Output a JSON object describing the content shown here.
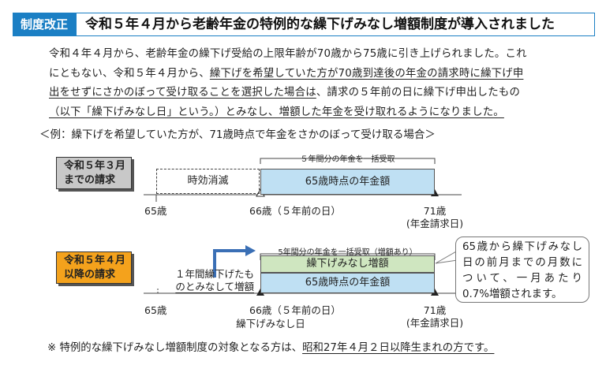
{
  "header": {
    "tag": "制度改正",
    "title": "令和５年４月から老齢年金の特例的な繰下げみなし増額制度が導入されました"
  },
  "body": {
    "line1": "令和４年４月から、老齢年金の繰下げ受給の上限年齢が70歳から75歳に引き上げられました。これ",
    "line2_plain": "にともない、令和５年４月から、",
    "line2_ul": "繰下げを希望していた方が70歳到達後の年金の請求時に繰下げ申",
    "line3_ul": "出をせずにさかのぼって受け取ることを選択した場合は",
    "line3_plain": "、請求の５年前の日に繰下げ申出したもの",
    "line4": "（以下「繰下げみなし日」という。）とみなし、増額した年金を受け取れるようになりました。",
    "example": "＜例：繰下げを希望していた方が、71歳時点で年金をさかのぼって受け取る場合＞"
  },
  "diagram": {
    "before": {
      "label_line1": "令和５年３月",
      "label_line2": "までの請求",
      "expired": "時効消滅",
      "lump_sum": "５年間分の年金を一括受取",
      "pension_65": "65歳時点の年金額",
      "age65": "65歳",
      "age66": "66歳（５年前の日）",
      "age71": "71歳",
      "claim_date": "(年金請求日)"
    },
    "after": {
      "label_line1": "令和５年４月",
      "label_line2": "以降の請求",
      "deferred_line1": "１年間繰下げたも",
      "deferred_line2": "のとみなして増額",
      "lump_sum": "5年間分の年金を一括受取（増額あり）",
      "deemed_increase": "繰下げみなし増額",
      "pension_65": "65歳時点の年金額",
      "age65": "65歳",
      "age66": "66歳（５年前の日）",
      "deemed_date": "繰下げみなし日",
      "age71": "71歳",
      "claim_date": "(年金請求日)"
    },
    "callout": {
      "line1": "65歳から繰下げみなし",
      "line2": "日の前月までの月数に",
      "line3": "ついて、一月あたり",
      "line4": "0.7%増額されます。"
    }
  },
  "footnote": {
    "plain": "※ 特例的な繰下げみなし増額制度の対象となる方は、",
    "ul": "昭和27年４月２日以降生まれの方です。"
  },
  "colors": {
    "accent_blue": "#1b7fc4",
    "pension_box": "#bfe0f3",
    "increase_box": "#cfe6c0",
    "label_gray": "#c8c8c8",
    "label_orange": "#f4a21c",
    "arrow_blue": "#3a6fb5"
  }
}
